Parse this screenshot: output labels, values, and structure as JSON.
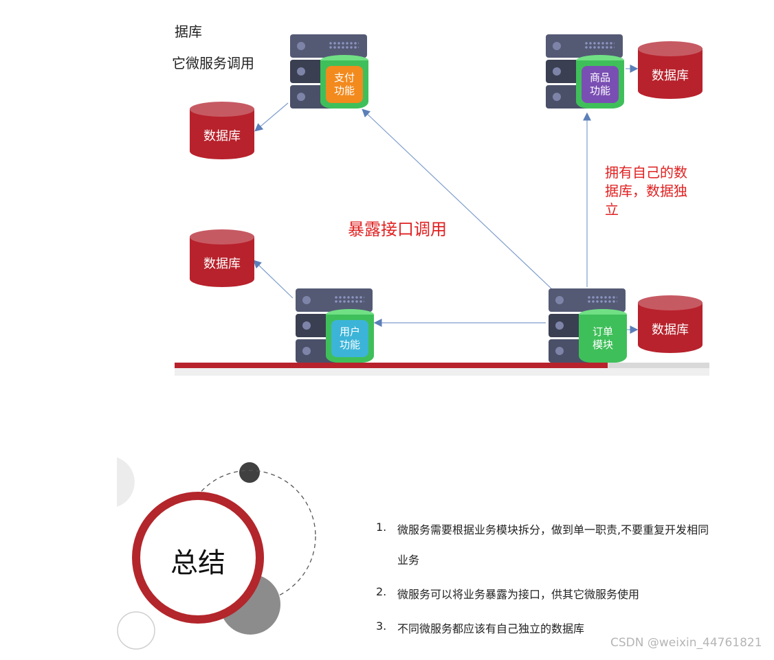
{
  "top_cut_text": {
    "line1": "据库",
    "line2": "它微服务调用"
  },
  "services": {
    "payment": {
      "line1": "支付",
      "line2": "功能",
      "color": "#f28a1e"
    },
    "product": {
      "line1": "商品",
      "line2": "功能",
      "color": "#7a4fb3"
    },
    "user": {
      "line1": "用户",
      "line2": "功能",
      "color": "#3cb4d8"
    },
    "order": {
      "line1": "订单",
      "line2": "模块",
      "color": "#3fbf5a"
    }
  },
  "database_label": "数据库",
  "labels": {
    "expose_interface": "暴露接口调用",
    "own_database": "拥有自己的数\n据库，数据独\n立"
  },
  "summary": {
    "title": "总结",
    "items": [
      {
        "num": "1.",
        "text": "微服务需要根据业务模块拆分，做到单一职责,不要重复开发相同",
        "cont": "业务"
      },
      {
        "num": "2.",
        "text": "微服务可以将业务暴露为接口，供其它微服务使用"
      },
      {
        "num": "3.",
        "text": "不同微服务都应该有自己独立的数据库"
      }
    ]
  },
  "watermark": "CSDN @weixin_44761821",
  "colors": {
    "database": "#b8222c",
    "accent_red": "#e02020",
    "ring": "#b3262b"
  }
}
